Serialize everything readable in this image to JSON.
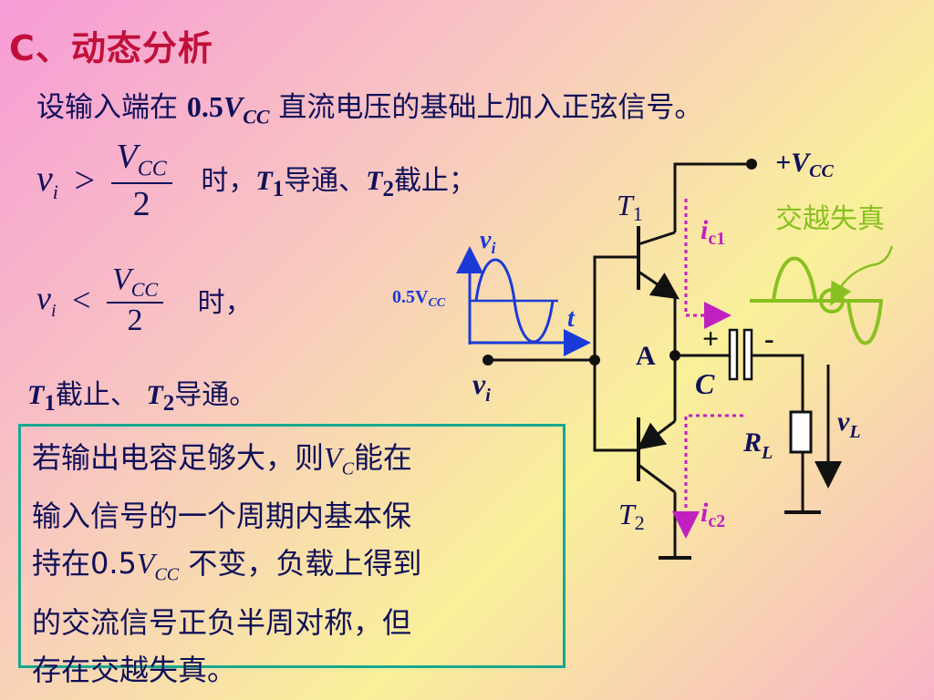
{
  "title": "C、动态分析",
  "intro": {
    "prefix": "设输入端在",
    "value": "0.5",
    "v_sym": "V",
    "v_sub": "CC",
    "suffix": "直流电压的基础上加入正弦信号。"
  },
  "condition1": {
    "var": "v",
    "var_sub": "i",
    "op": ">",
    "num": "V",
    "num_sub": "CC",
    "den": "2",
    "text_prefix": "时，",
    "t1": "T",
    "t1_sub": "1",
    "text_mid": "导通、",
    "t2": "T",
    "t2_sub": "2",
    "text_end": "截止；"
  },
  "condition2": {
    "var": "v",
    "var_sub": "i",
    "op": "<",
    "num": "V",
    "num_sub": "CC",
    "den": "2",
    "text": "时，"
  },
  "condition2_result": {
    "t1": "T",
    "t1_sub": "1",
    "text_mid": "截止、",
    "t2": "T",
    "t2_sub": "2",
    "text_end": "导通。"
  },
  "box": {
    "line1_a": "若输出电容足够大，则",
    "vc": "V",
    "vc_sub": "C",
    "line1_b": "能在",
    "line2": "输入信号的一个周期内基本保",
    "line3_a": "持在0.5",
    "line3_v": "V",
    "line3_sub": "CC",
    "line3_b": " 不变，负载上得到",
    "line4": "的交流信号正负半周对称，但",
    "line5": "存在交越失真。"
  },
  "circuit": {
    "vcc_label": "+V",
    "vcc_sub": "CC",
    "t1_label": "T",
    "t1_sub": "1",
    "t2_label": "T",
    "t2_sub": "2",
    "ic1": "i",
    "ic1_sub": "c1",
    "ic2": "i",
    "ic2_sub": "c2",
    "node_a": "A",
    "cap_plus": "+",
    "cap_minus": "-",
    "cap_label": "C",
    "rl": "R",
    "rl_sub": "L",
    "vl": "v",
    "vl_sub": "L",
    "vi_in": "v",
    "vi_in_sub": "i",
    "graph_v": "v",
    "graph_v_sub": "i",
    "graph_t": "t",
    "graph_offset": "0.5V",
    "graph_offset_sub": "CC",
    "crossover_label": "交越失真"
  },
  "colors": {
    "title": "#c0103a",
    "text": "#10105a",
    "axes": "#1a3ad8",
    "current_arrow": "#c020c0",
    "distortion": "#88c020",
    "box_border": "#18a890"
  }
}
